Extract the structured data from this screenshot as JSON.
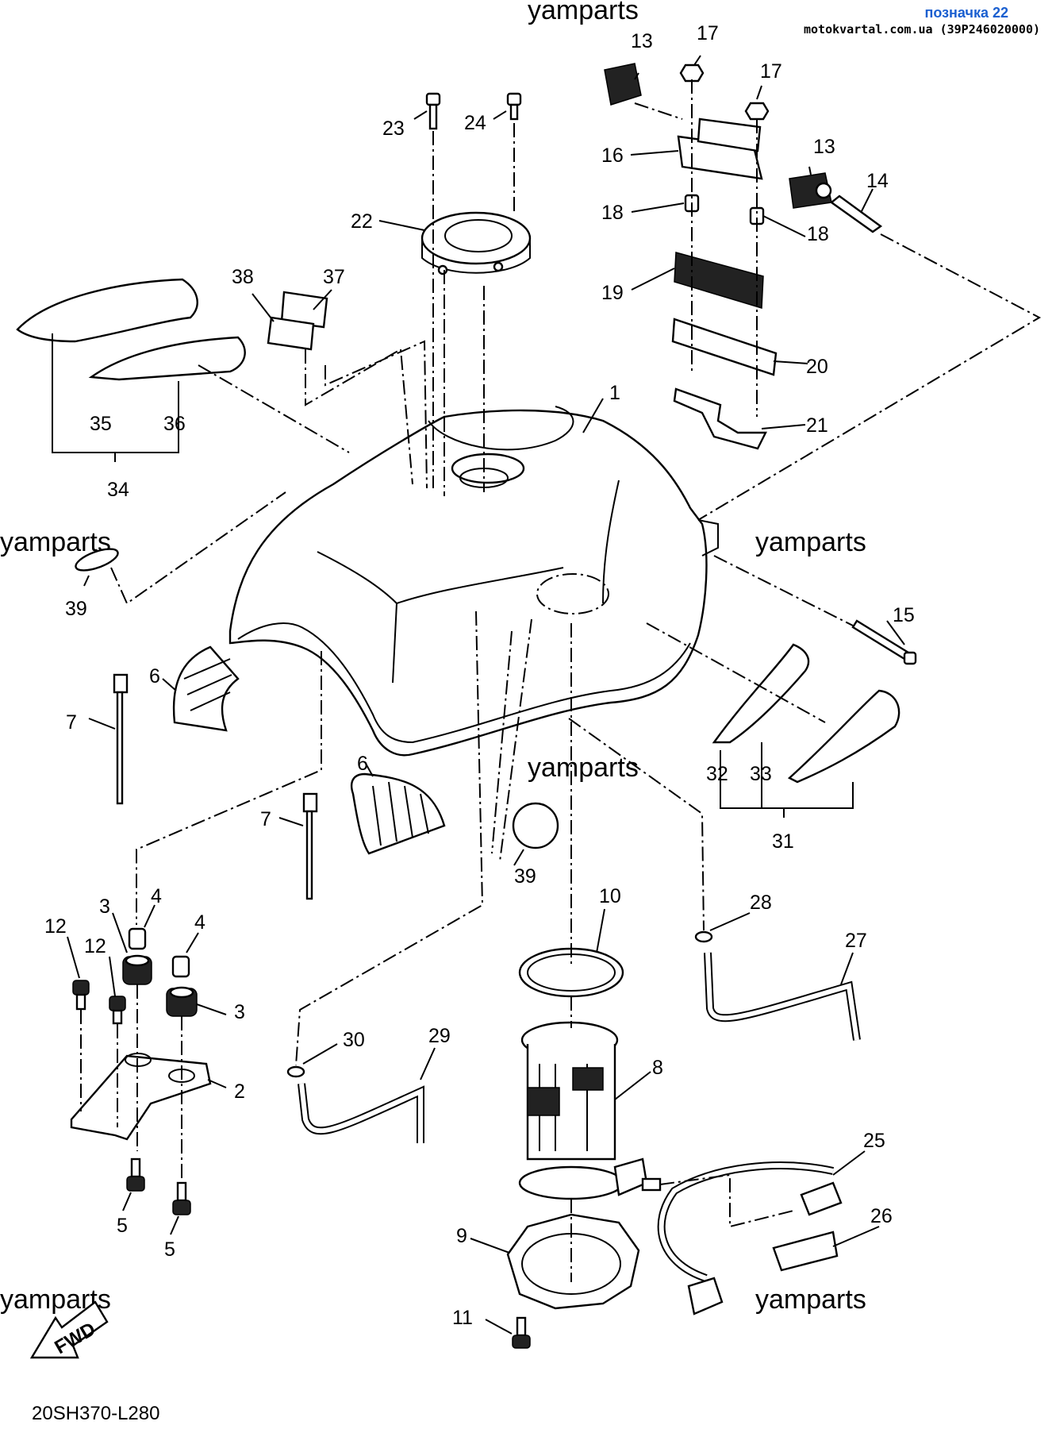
{
  "header": {
    "title": "позначка 22",
    "site": "motokvartal.com.ua (39P246020000)"
  },
  "watermarks": [
    "yamparts",
    "yamparts",
    "yamparts",
    "yamparts",
    "yamparts",
    "yamparts"
  ],
  "diagram_code": "20SH370-L280",
  "fwd_label": "FWD",
  "callouts": [
    "13",
    "17",
    "17",
    "16",
    "13",
    "14",
    "18",
    "18",
    "19",
    "20",
    "21",
    "22",
    "23",
    "24",
    "38",
    "37",
    "1",
    "35",
    "36",
    "34",
    "39",
    "15",
    "6",
    "7",
    "32",
    "33",
    "31",
    "6",
    "7",
    "39",
    "4",
    "3",
    "10",
    "28",
    "27",
    "12",
    "12",
    "4",
    "3",
    "30",
    "29",
    "2",
    "8",
    "25",
    "5",
    "5",
    "9",
    "26",
    "11"
  ]
}
